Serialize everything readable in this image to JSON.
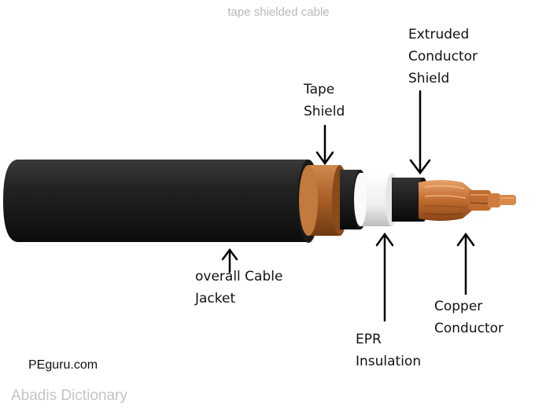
{
  "caption": "tape shielded cable",
  "labels": {
    "extruded_conductor_shield": [
      "Extruded",
      "Conductor",
      "Shield"
    ],
    "tape_shield": [
      "Tape",
      "Shield"
    ],
    "cable_jacket": [
      "overall Cable",
      "Jacket"
    ],
    "epr_insulation": [
      "EPR",
      "Insulation"
    ],
    "copper_conductor": [
      "Copper",
      "Conductor"
    ]
  },
  "credit": "PEguru.com",
  "watermark": "Abadis Dictionary",
  "colors": {
    "jacket": "#1c1c1c",
    "tape_shield": "#b0652a",
    "insulation": "#f2f2f2",
    "conductor_shield": "#121212",
    "copper": "#c8773a",
    "arrow": "#000000"
  }
}
